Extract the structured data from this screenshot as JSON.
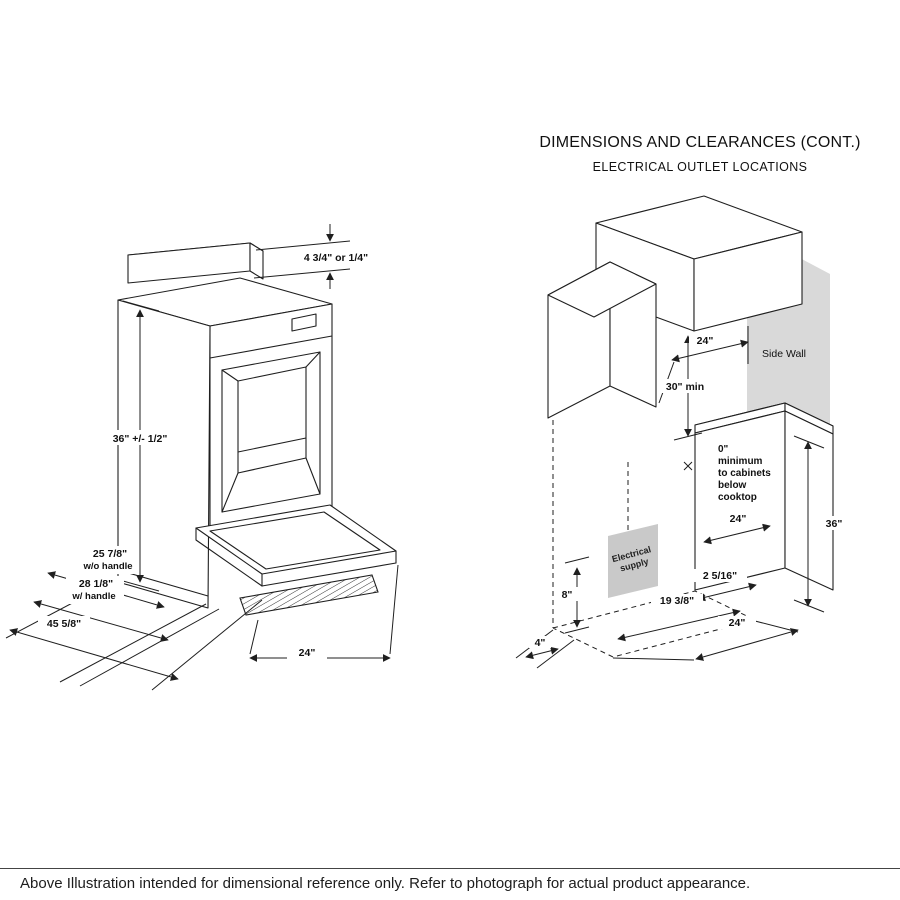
{
  "page": {
    "title": "DIMENSIONS AND CLEARANCES (CONT.)",
    "subtitle": "ELECTRICAL OUTLET LOCATIONS",
    "footer_note": "Above Illustration intended for dimensional reference only. Refer to photograph for actual product appearance."
  },
  "range_drawing": {
    "backsplash_height": "4 3/4\" or 1/4\"",
    "overall_height": "36\" +/- 1/2\"",
    "depth_without_handle": "25 7/8\"",
    "depth_without_handle_note": "w/o handle",
    "depth_with_handle": "28 1/8\"",
    "depth_with_handle_note": "w/ handle",
    "depth_door_open": "45 5/8\"",
    "width": "24\""
  },
  "clearance_drawing": {
    "upper_cabinet_width": "24\"",
    "side_wall": "Side Wall",
    "min_vertical_clearance": "30\" min",
    "zero_clearance": [
      "0\"",
      "minimum",
      "to cabinets",
      "below",
      "cooktop"
    ],
    "counter_depth": "24\"",
    "counter_height": "36\"",
    "outlet_to_side_wall": "2 5/16\"",
    "outlet_from_left": "19 3/8\"",
    "outlet_height": "8\"",
    "side_gap": "4\"",
    "range_width": "24\"",
    "electrical_supply": [
      "Electrical",
      "supply"
    ]
  }
}
